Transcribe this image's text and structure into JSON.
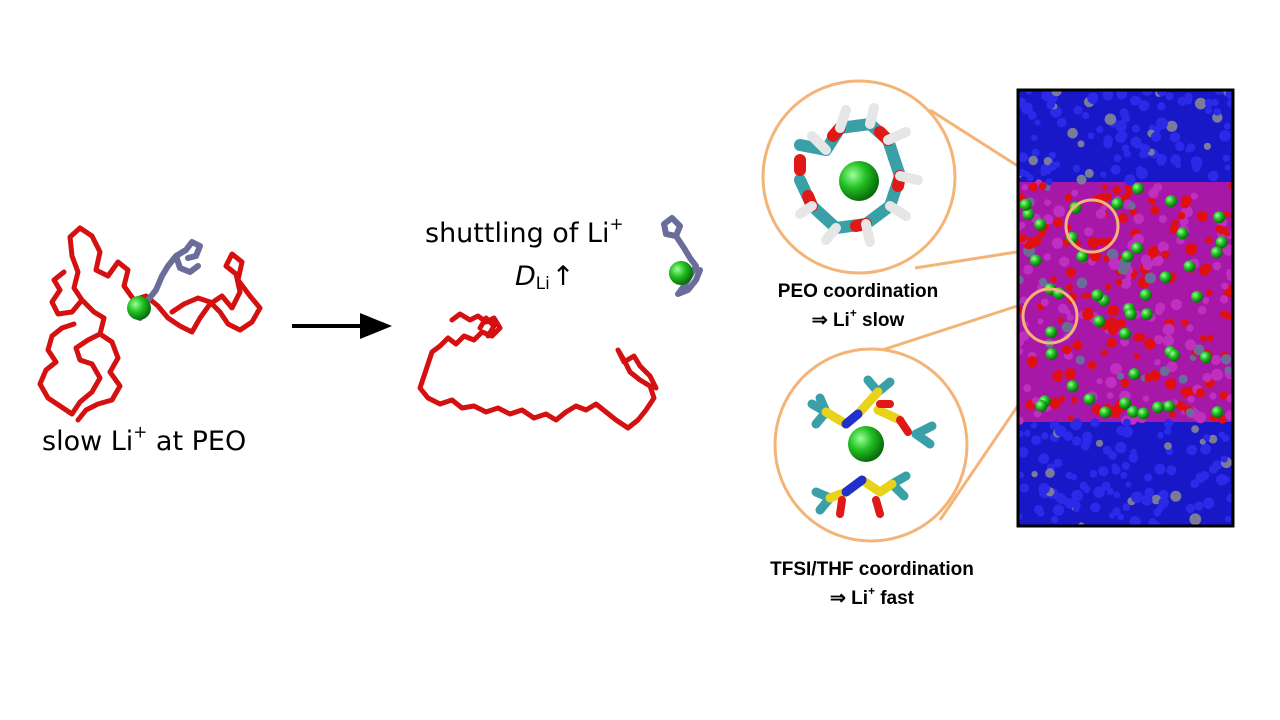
{
  "labels": {
    "left_caption_prefix": "slow Li",
    "left_caption_sup": "+",
    "left_caption_suffix": " at PEO",
    "middle_caption_prefix": "shuttling of Li",
    "middle_caption_sup": "+",
    "diffusion_symbol": "D",
    "diffusion_subscript": "Li",
    "diffusion_arrow": "↑",
    "peo_line1": "PEO coordination",
    "peo_line2_prefix": "⇒ Li",
    "peo_line2_sup": "+",
    "peo_line2_suffix": " slow",
    "tfsi_line1": "TFSI/THF coordination",
    "tfsi_line2_prefix": "⇒ Li",
    "tfsi_line2_sup": "+",
    "tfsi_line2_suffix": " fast"
  },
  "colors": {
    "peo_chain": "#d41010",
    "thf_chain": "#6a6c9a",
    "lithium": "#22c022",
    "carbon": "#3aa0a8",
    "oxygen": "#e01818",
    "hydrogen": "#e6e6e6",
    "sulfur": "#e8d21a",
    "nitrogen": "#2030c8",
    "fluorine": "#3aa0a8",
    "thf_phase": "#1a1ad8",
    "polymer_phase": "#b020b0",
    "highlight_ring": "#f4b478",
    "arrow": "#000000"
  }
}
